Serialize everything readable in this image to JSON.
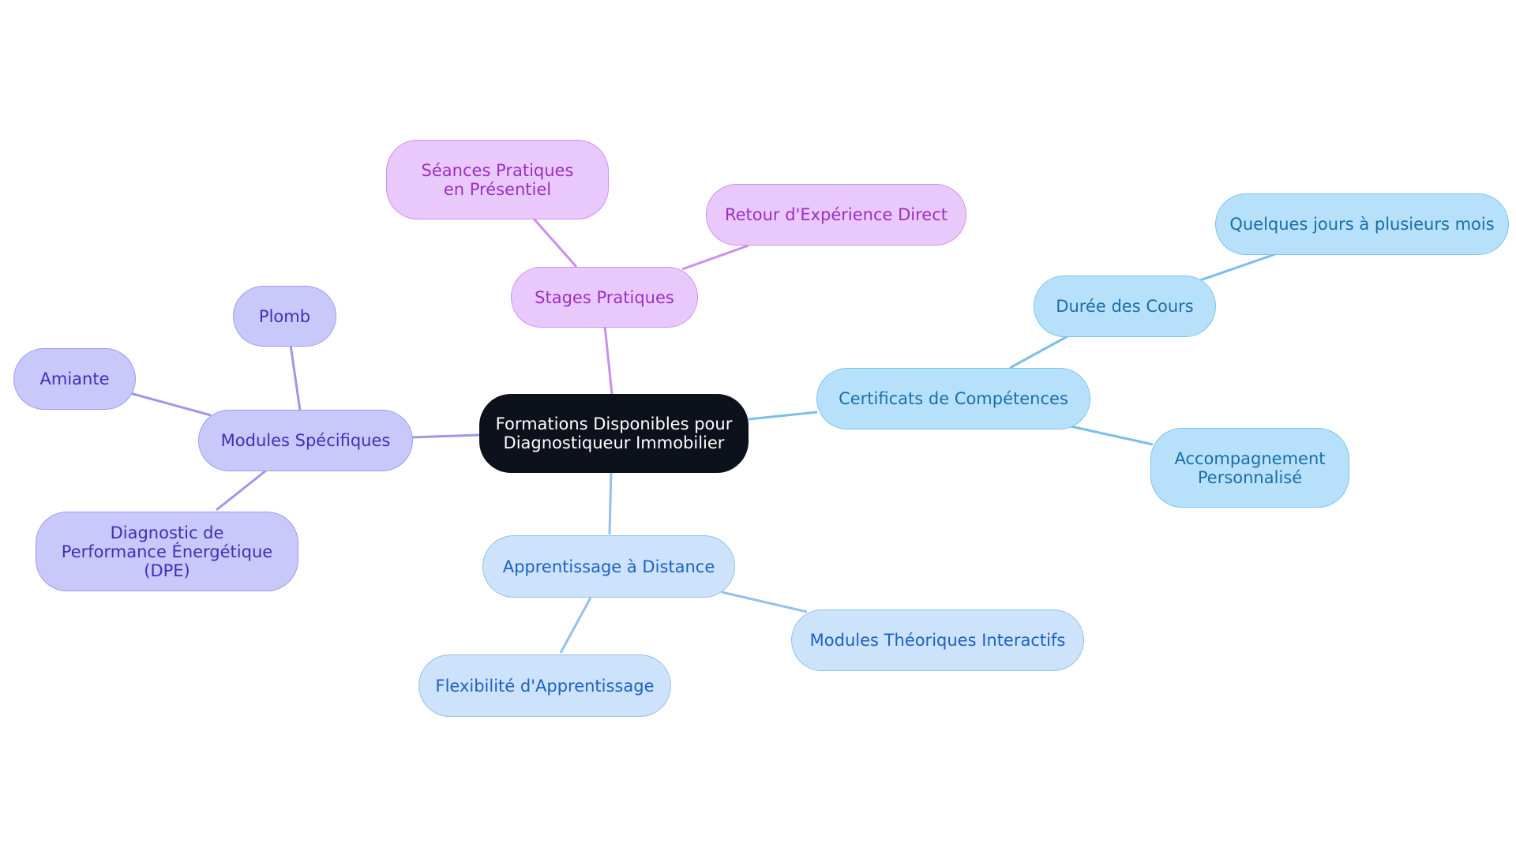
{
  "diagram": {
    "root": {
      "label": "Formations Disponibles pour Diagnostiqueur Immobilier",
      "color": "#0c111b"
    },
    "branches": [
      {
        "key": "stages",
        "label": "Stages Pratiques",
        "edge_color": "#c98ef0",
        "children": [
          {
            "label": "Séances Pratiques en Présentiel"
          },
          {
            "label": "Retour d'Expérience Direct"
          }
        ]
      },
      {
        "key": "modules",
        "label": "Modules Spécifiques",
        "edge_color": "#9b98ea",
        "children": [
          {
            "label": "Plomb"
          },
          {
            "label": "Amiante"
          },
          {
            "label": "Diagnostic de Performance Énergétique (DPE)"
          }
        ]
      },
      {
        "key": "certificats",
        "label": "Certificats de Compétences",
        "edge_color": "#79bfea",
        "children": [
          {
            "label": "Durée des Cours",
            "children": [
              {
                "label": "Quelques jours à plusieurs mois"
              }
            ]
          },
          {
            "label": "Accompagnement Personnalisé"
          }
        ]
      },
      {
        "key": "distance",
        "label": "Apprentissage à Distance",
        "edge_color": "#94c0ec",
        "children": [
          {
            "label": "Modules Théoriques Interactifs"
          },
          {
            "label": "Flexibilité d'Apprentissage"
          }
        ]
      }
    ]
  }
}
